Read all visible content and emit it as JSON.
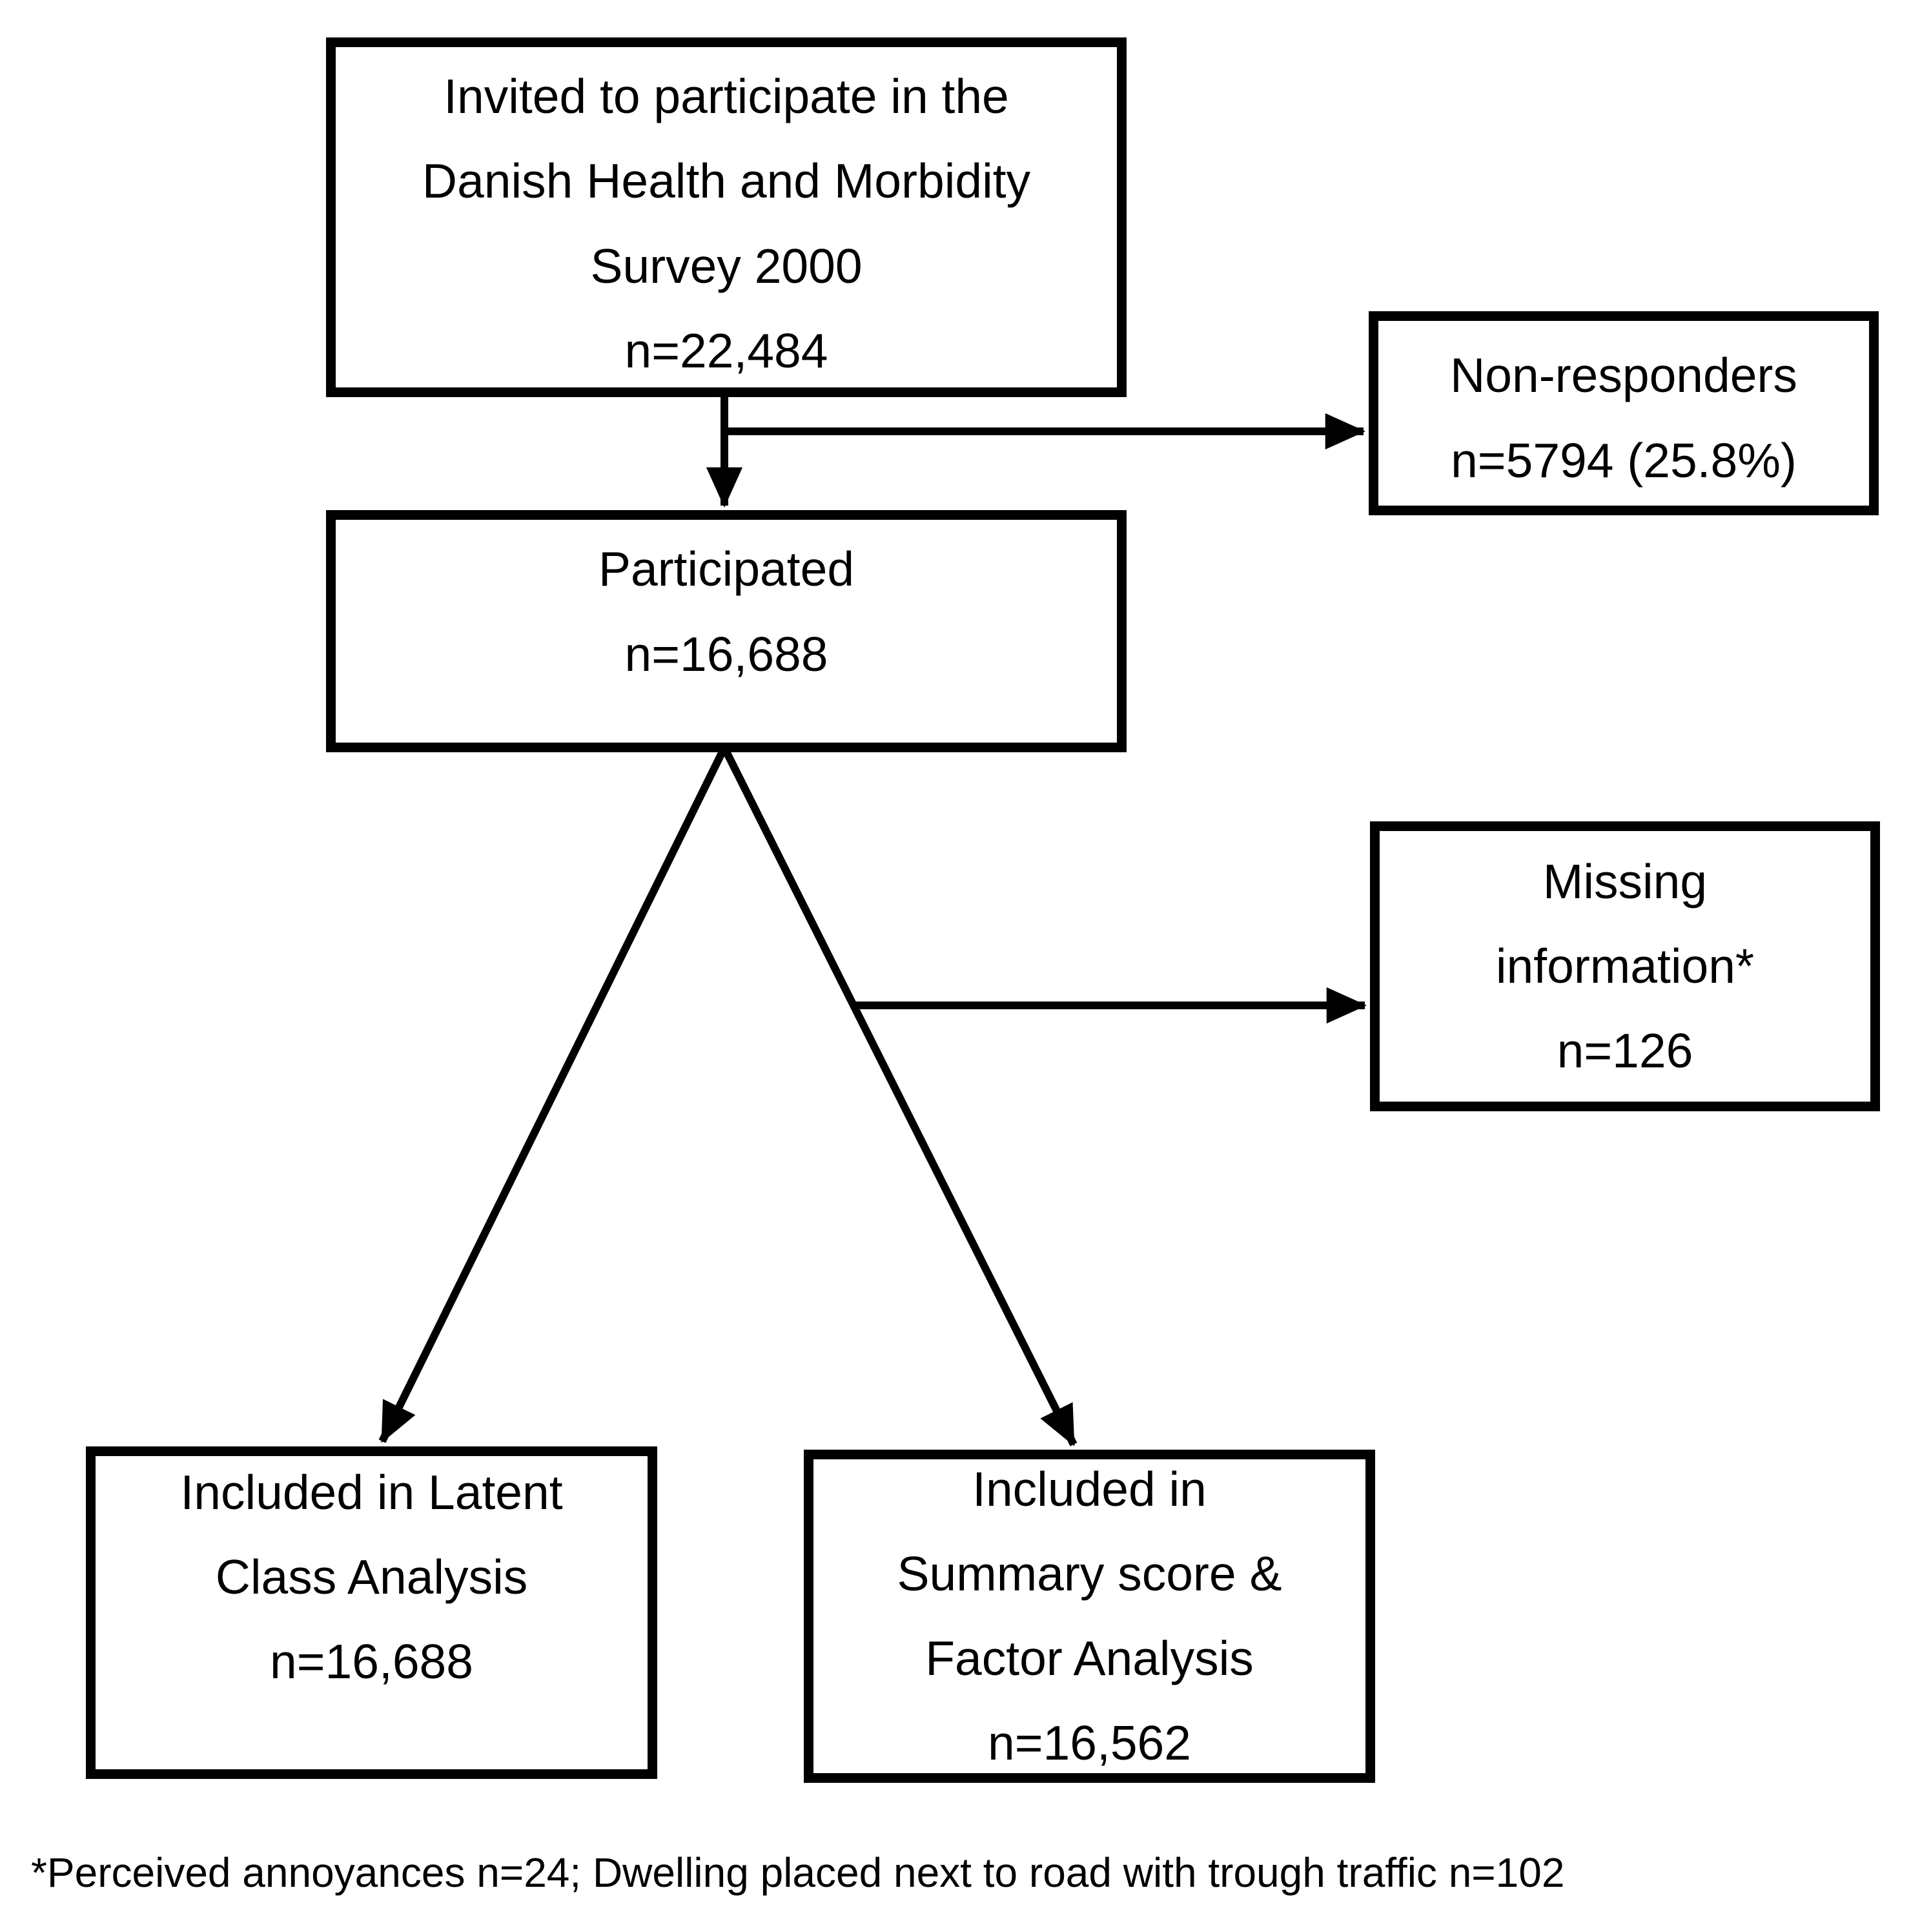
{
  "flowchart": {
    "colors": {
      "ink": "#000000",
      "background": "#ffffff"
    },
    "boxes": {
      "invited": {
        "lines": [
          "Invited to participate in the",
          "Danish Health and Morbidity",
          "Survey 2000",
          "n=22,484"
        ]
      },
      "non_responders": {
        "lines": [
          "Non-responders",
          "n=5794 (25.8%)"
        ]
      },
      "participated": {
        "lines": [
          "Participated",
          "n=16,688"
        ]
      },
      "missing_information": {
        "lines": [
          "Missing",
          "information*",
          "n=126"
        ]
      },
      "latent_class": {
        "lines": [
          "Included in Latent",
          "Class Analysis",
          "n=16,688"
        ]
      },
      "summary_factor": {
        "lines": [
          "Included in",
          "Summary score &",
          "Factor Analysis",
          "n=16,562"
        ]
      }
    },
    "footnote": "*Perceived annoyances n=24; Dwelling placed next to road with trough traffic n=102"
  }
}
